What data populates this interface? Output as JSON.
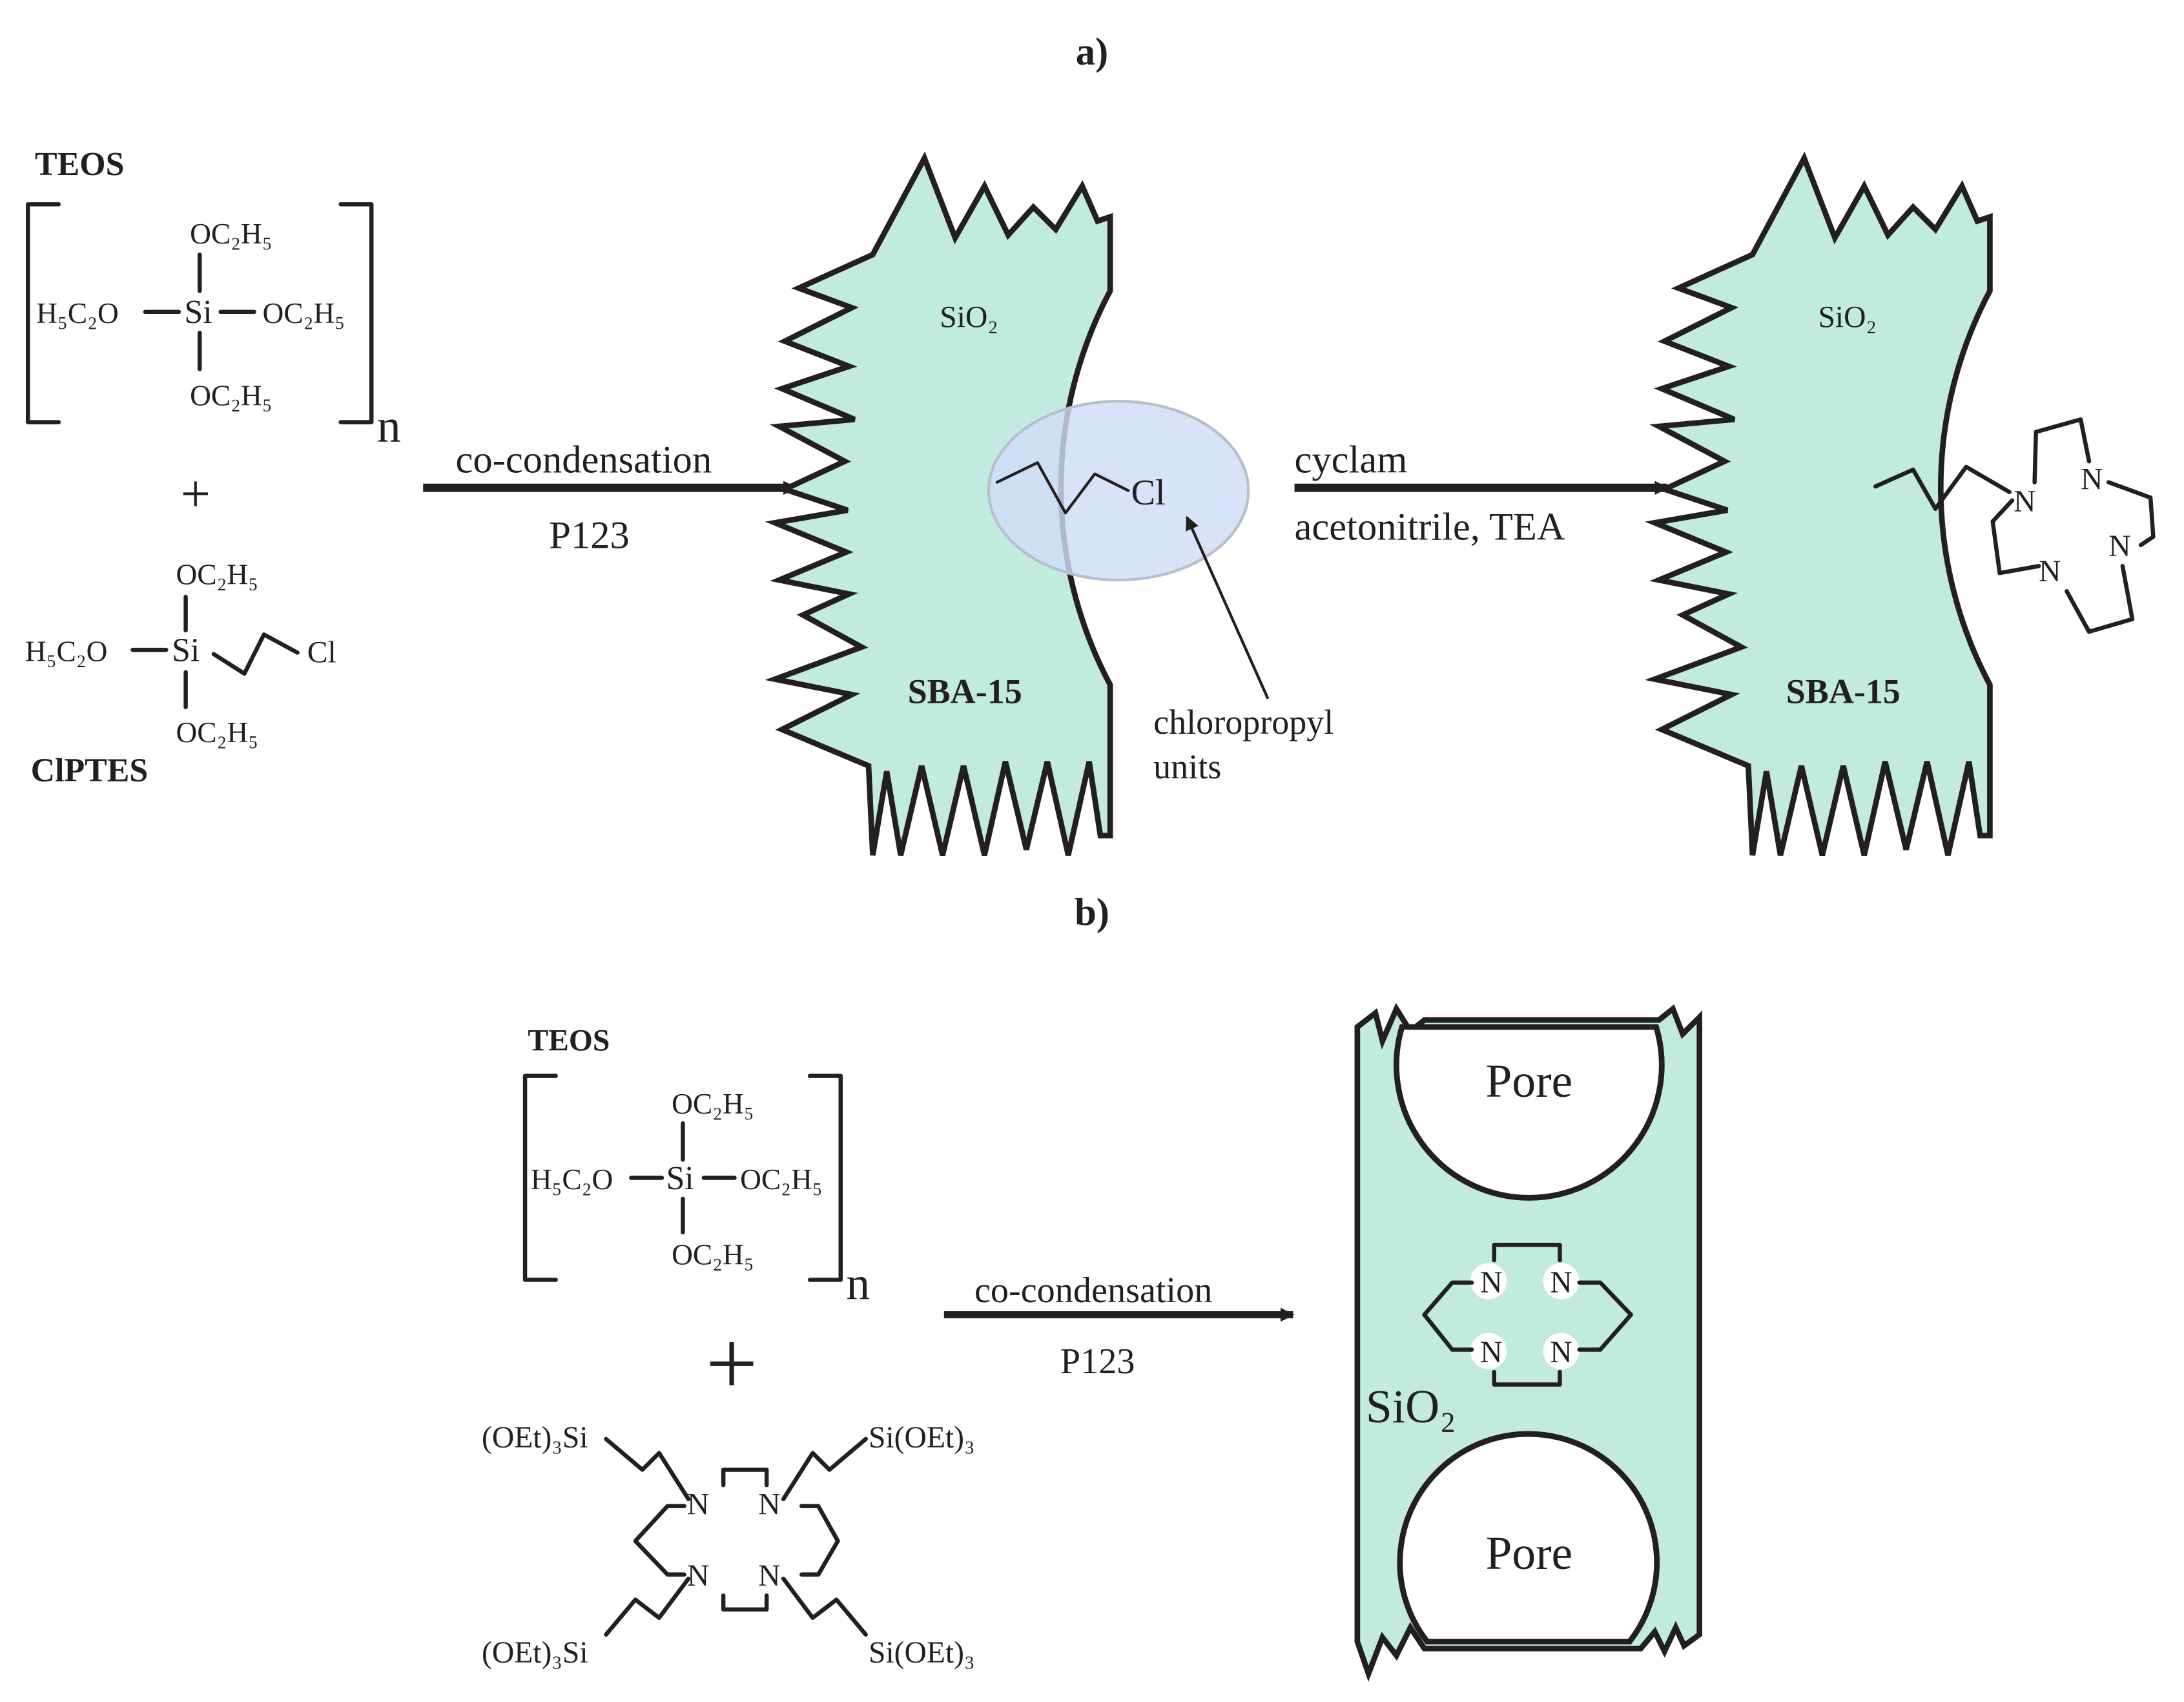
{
  "panel_a": {
    "label": "a)",
    "teos": {
      "name": "TEOS",
      "top_group": "OC₂H₅",
      "left_group": "H₅C₂O",
      "center": "Si",
      "right_group": "OC₂H₅",
      "bottom_group": "OC₂H₅",
      "subscript_n": "n"
    },
    "plus": "+",
    "clptes": {
      "name": "ClPTES",
      "top_group": "OC₂H₅",
      "left_group": "H₅C₂O",
      "center": "Si",
      "chain_end": "Cl",
      "bottom_group": "OC₂H₅"
    },
    "arrow1": {
      "top_label": "co-condensation",
      "bottom_label": "P123"
    },
    "particle1": {
      "top_label": "SiO₂",
      "bottom_label": "SBA-15",
      "chain_end": "Cl"
    },
    "callout": {
      "line1": "chloropropyl",
      "line2": "units"
    },
    "arrow2": {
      "top_label": "cyclam",
      "bottom_label": "acetonitrile, TEA"
    },
    "particle2": {
      "top_label": "SiO₂",
      "bottom_label": "SBA-15",
      "ring_atoms": [
        "N",
        "N",
        "N",
        "N"
      ]
    }
  },
  "panel_b": {
    "label": "b)",
    "teos": {
      "name": "TEOS",
      "top_group": "OC₂H₅",
      "left_group": "H₅C₂O",
      "center": "Si",
      "right_group": "OC₂H₅",
      "bottom_group": "OC₂H₅",
      "subscript_n": "n"
    },
    "plus": "+",
    "cyclam_silane": {
      "top_left": "(OEt)₃Si",
      "top_right": "Si(OEt)₃",
      "bottom_left": "(OEt)₃Si",
      "bottom_right": "Si(OEt)₃",
      "ring_atoms": [
        "N",
        "N",
        "N",
        "N"
      ]
    },
    "arrow": {
      "top_label": "co-condensation",
      "bottom_label": "P123"
    },
    "framework": {
      "pore_top": "Pore",
      "pore_bottom": "Pore",
      "wall_label": "SiO₂",
      "ring_atoms": [
        "N",
        "N",
        "N",
        "N"
      ]
    }
  },
  "colors": {
    "silica": "#c2ebe0",
    "highlight": "#cfdcf8",
    "ink": "#231f20"
  }
}
